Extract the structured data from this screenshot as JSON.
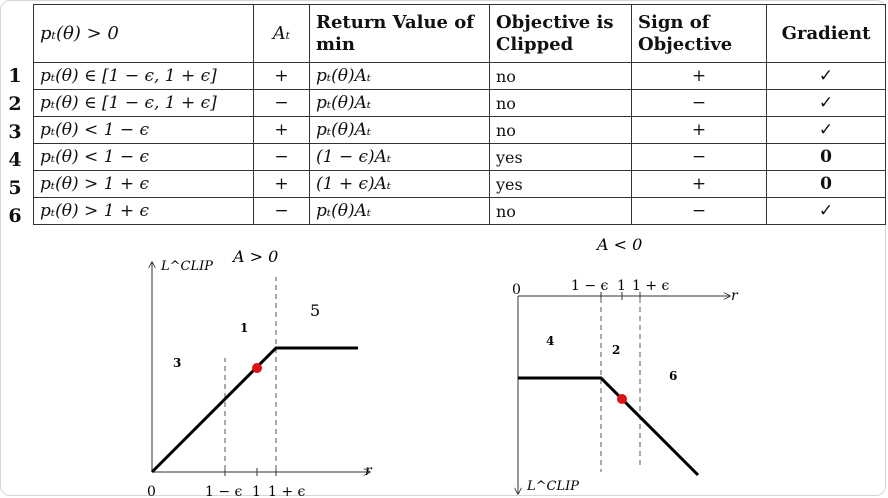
{
  "table": {
    "headers": [
      "pₜ(θ)  > 0",
      "Aₜ",
      "Return Value of min",
      "Objective is Clipped",
      "Sign of Objective",
      "Gradient"
    ],
    "rows": [
      {
        "num": "1",
        "condition": "pₜ(θ) ∈ [1 − ϵ, 1 + ϵ]",
        "at": "+",
        "ret": "pₜ(θ)Aₜ",
        "clipped": "no",
        "sign": "+",
        "grad": "✓"
      },
      {
        "num": "2",
        "condition": "pₜ(θ) ∈ [1 − ϵ, 1 + ϵ]",
        "at": "−",
        "ret": "pₜ(θ)Aₜ",
        "clipped": "no",
        "sign": "−",
        "grad": "✓"
      },
      {
        "num": "3",
        "condition": "pₜ(θ) < 1 − ϵ",
        "at": "+",
        "ret": "pₜ(θ)Aₜ",
        "clipped": "no",
        "sign": "+",
        "grad": "✓"
      },
      {
        "num": "4",
        "condition": "pₜ(θ) < 1 − ϵ",
        "at": "−",
        "ret": "(1 − ϵ)Aₜ",
        "clipped": "yes",
        "sign": "−",
        "grad": "0"
      },
      {
        "num": "5",
        "condition": "pₜ(θ) > 1 + ϵ",
        "at": "+",
        "ret": "(1 + ϵ)Aₜ",
        "clipped": "yes",
        "sign": "+",
        "grad": "0"
      },
      {
        "num": "6",
        "condition": "pₜ(θ) > 1 + ϵ",
        "at": "−",
        "ret": "pₜ(θ)Aₜ",
        "clipped": "no",
        "sign": "−",
        "grad": "✓"
      }
    ]
  },
  "plots": {
    "left": {
      "title": "A > 0",
      "ylabel": "L^CLIP",
      "xlabel": "r",
      "origin": "0",
      "ticks": [
        "1 − ϵ",
        "1",
        "1 + ϵ"
      ],
      "regions": [
        "3",
        "1",
        "5"
      ],
      "colors": {
        "line": "#000000",
        "point": "#dd1111"
      }
    },
    "right": {
      "title": "A < 0",
      "ylabel": "L^CLIP",
      "xlabel": "r",
      "origin": "0",
      "ticks": [
        "1 − ϵ",
        "1",
        "1 + ϵ"
      ],
      "regions": [
        "4",
        "2",
        "6"
      ],
      "colors": {
        "line": "#000000",
        "point": "#dd1111"
      }
    }
  }
}
